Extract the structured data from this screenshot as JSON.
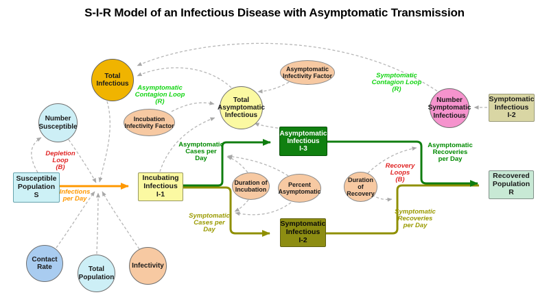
{
  "title": "S-I-R Model of an Infectious Disease with Asymptomatic Transmission",
  "nodes": {
    "total_infectious": {
      "label": "Total\nInfectious",
      "shape": "circle",
      "fill": "#f0b400"
    },
    "number_susceptible": {
      "label": "Number\nSusceptible",
      "shape": "circle",
      "fill": "#cdeff6"
    },
    "susceptible_population": {
      "label": "Susceptible\nPopulation\nS",
      "shape": "rect",
      "fill": "#cdf1f6"
    },
    "contact_rate": {
      "label": "Contact\nRate",
      "shape": "circle",
      "fill": "#a9ccf0"
    },
    "total_population": {
      "label": "Total\nPopulation",
      "shape": "circle",
      "fill": "#cdf1f6"
    },
    "infectivity": {
      "label": "Infectivity",
      "shape": "circle",
      "fill": "#f7c9a2"
    },
    "incubation_infectivity_factor": {
      "label": "Incubation\nInfectivity Factor",
      "shape": "ellipse",
      "fill": "#f7c9a2"
    },
    "incubating_infectious": {
      "label": "Incubating\nInfectious\nI-1",
      "shape": "rect",
      "fill": "#fbf9a2"
    },
    "total_asymptomatic_infectious": {
      "label": "Total\nAsymptomatic\nInfectious",
      "shape": "circle",
      "fill": "#fbf9a2"
    },
    "asymptomatic_infectivity_factor": {
      "label": "Asymptomatic\nInfectivity Factor",
      "shape": "ellipse",
      "fill": "#f7c9a2"
    },
    "asymptomatic_infectious": {
      "label": "Asymptomatic\nInfectious\nI-3",
      "shape": "rect",
      "fill": "#108010"
    },
    "duration_of_incubation": {
      "label": "Duration of\nIncubation",
      "shape": "ellipse",
      "fill": "#f7c9a2"
    },
    "percent_asymptomatic": {
      "label": "Percent\nAsymptomatic",
      "shape": "ellipse",
      "fill": "#f7c9a2"
    },
    "symptomatic_infectious": {
      "label": "Symptomatic\nInfectious\nI-2",
      "shape": "rect",
      "fill": "#8d8d12"
    },
    "duration_of_recovery": {
      "label": "Duration of\nRecovery",
      "shape": "ellipse",
      "fill": "#f7c9a2"
    },
    "number_symptomatic_infectious": {
      "label": "Number\nSymptomatic\nInfectious",
      "shape": "circle",
      "fill": "#f593cd"
    },
    "symptomatic_infectious_ghost": {
      "label": "Symptomatic\nInfectious\nI-2",
      "shape": "rect",
      "fill": "#d9d6a4"
    },
    "recovered_population": {
      "label": "Recovered\nPopulation\nR",
      "shape": "rect",
      "fill": "#c8e9d5"
    }
  },
  "flow_labels": {
    "infections_per_day": {
      "label": "Infections\nper Day",
      "color": "#ff9800"
    },
    "asymptomatic_cases_per_day": {
      "label": "Asymptomatic\nCases per\nDay",
      "color": "#008a00"
    },
    "symptomatic_cases_per_day": {
      "label": "Symptomatic\nCases per\nDay",
      "color": "#9a9a00"
    },
    "asymptomatic_recoveries_per_day": {
      "label": "Asymptomatic\nRecoveries\nper Day",
      "color": "#008a00"
    },
    "symptomatic_recoveries_per_day": {
      "label": "Symptomatic\nRecoveries\nper Day",
      "color": "#9a9a00"
    }
  },
  "loop_labels": {
    "asymptomatic_contagion_loop": {
      "label": "Asymptomatic\nContagion Loop\n(R)",
      "color": "#12d412"
    },
    "symptomatic_contagion_loop": {
      "label": "Symptomatic\nContagion Loop\n(R)",
      "color": "#12d412"
    },
    "depletion_loop": {
      "label": "Depletion\nLoop\n(B)",
      "color": "#e02525"
    },
    "recovery_loops": {
      "label": "Recovery\nLoops\n(B)",
      "color": "#e02525"
    }
  },
  "flow_colors": {
    "infections": "#ff9800",
    "asymptomatic_path": "#0f7d0f",
    "symptomatic_path": "#8f8f00",
    "influence_connector": "#b5b5b5"
  }
}
